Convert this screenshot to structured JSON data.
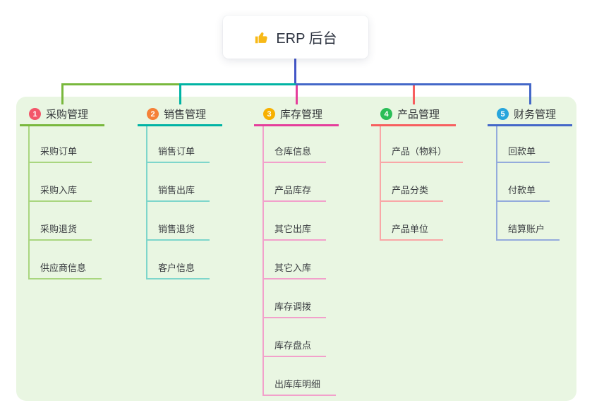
{
  "root": {
    "label": "ERP 后台",
    "icon": "thumbs-up-icon",
    "icon_color": "#f7b918"
  },
  "colors": {
    "page_background": "#ffffff",
    "panel_background": "#e9f6e2",
    "root_stem": "#4356c7",
    "root_text": "#2f3542"
  },
  "branches": [
    {
      "badge": "1",
      "badge_color": "#f3566a",
      "label": "采购管理",
      "line_color": "#79b83d",
      "child_line_color": "#a9d67f",
      "children": [
        "采购订单",
        "采购入库",
        "采购退货",
        "供应商信息"
      ]
    },
    {
      "badge": "2",
      "badge_color": "#f58138",
      "label": "销售管理",
      "line_color": "#00b3a4",
      "child_line_color": "#7ed6cb",
      "children": [
        "销售订单",
        "销售出库",
        "销售退货",
        "客户信息"
      ]
    },
    {
      "badge": "3",
      "badge_color": "#f7b000",
      "label": "库存管理",
      "line_color": "#e53e9b",
      "child_line_color": "#f2a0cb",
      "children": [
        "仓库信息",
        "产品库存",
        "其它出库",
        "其它入库",
        "库存调拨",
        "库存盘点",
        "出库库明细"
      ]
    },
    {
      "badge": "4",
      "badge_color": "#2bbe58",
      "label": "产品管理",
      "line_color": "#f75f5f",
      "child_line_color": "#f9a7a7",
      "children": [
        "产品（物料）",
        "产品分类",
        "产品单位"
      ]
    },
    {
      "badge": "5",
      "badge_color": "#27a5dc",
      "label": "财务管理",
      "line_color": "#4468c8",
      "child_line_color": "#94abdc",
      "children": [
        "回款单",
        "付款单",
        "结算账户"
      ]
    }
  ]
}
